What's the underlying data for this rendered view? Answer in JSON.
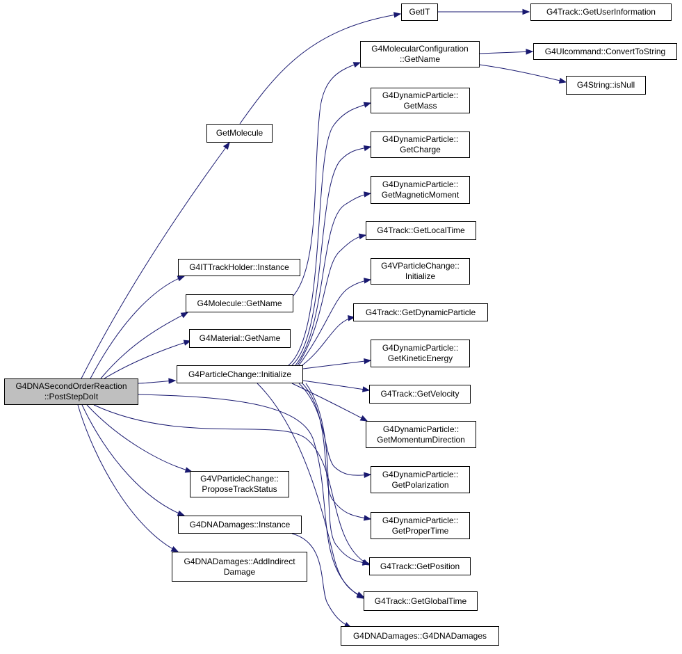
{
  "diagram": {
    "type": "call-graph",
    "colors": {
      "edge": "#191970",
      "node_border": "#000000",
      "root_fill": "#bfbfbf",
      "node_fill": "#ffffff"
    },
    "nodes": [
      {
        "id": "root",
        "lines": [
          "G4DNASecondOrderReaction",
          "::PostStepDoIt"
        ]
      },
      {
        "id": "getmolecule",
        "lines": [
          "GetMolecule"
        ]
      },
      {
        "id": "getit",
        "lines": [
          "GetIT"
        ]
      },
      {
        "id": "g4track_getuserinformation",
        "lines": [
          "G4Track::GetUserInformation"
        ]
      },
      {
        "id": "g4molecularconfiguration_getname",
        "lines": [
          "G4MolecularConfiguration",
          "::GetName"
        ]
      },
      {
        "id": "g4uicommand_converttostring",
        "lines": [
          "G4UIcommand::ConvertToString"
        ]
      },
      {
        "id": "g4string_isnull",
        "lines": [
          "G4String::isNull"
        ]
      },
      {
        "id": "g4dynamicparticle_getmass",
        "lines": [
          "G4DynamicParticle::",
          "GetMass"
        ]
      },
      {
        "id": "g4dynamicparticle_getcharge",
        "lines": [
          "G4DynamicParticle::",
          "GetCharge"
        ]
      },
      {
        "id": "g4dynamicparticle_getmagneticmoment",
        "lines": [
          "G4DynamicParticle::",
          "GetMagneticMoment"
        ]
      },
      {
        "id": "g4track_getlocaltime",
        "lines": [
          "G4Track::GetLocalTime"
        ]
      },
      {
        "id": "g4vparticlechange_initialize",
        "lines": [
          "G4VParticleChange::",
          "Initialize"
        ]
      },
      {
        "id": "g4track_getdynamicparticle",
        "lines": [
          "G4Track::GetDynamicParticle"
        ]
      },
      {
        "id": "g4dynamicparticle_getkineticenergy",
        "lines": [
          "G4DynamicParticle::",
          "GetKineticEnergy"
        ]
      },
      {
        "id": "g4track_getvelocity",
        "lines": [
          "G4Track::GetVelocity"
        ]
      },
      {
        "id": "g4dynamicparticle_getmomentumdirection",
        "lines": [
          "G4DynamicParticle::",
          "GetMomentumDirection"
        ]
      },
      {
        "id": "g4dynamicparticle_getpolarization",
        "lines": [
          "G4DynamicParticle::",
          "GetPolarization"
        ]
      },
      {
        "id": "g4dynamicparticle_getpropertime",
        "lines": [
          "G4DynamicParticle::",
          "GetProperTime"
        ]
      },
      {
        "id": "g4track_getposition",
        "lines": [
          "G4Track::GetPosition"
        ]
      },
      {
        "id": "g4track_getglobaltime",
        "lines": [
          "G4Track::GetGlobalTime"
        ]
      },
      {
        "id": "g4dnadamages_g4dnadamages",
        "lines": [
          "G4DNADamages::G4DNADamages"
        ]
      },
      {
        "id": "g4ittrackholder_instance",
        "lines": [
          "G4ITTrackHolder::Instance"
        ]
      },
      {
        "id": "g4molecule_getname",
        "lines": [
          "G4Molecule::GetName"
        ]
      },
      {
        "id": "g4material_getname",
        "lines": [
          "G4Material::GetName"
        ]
      },
      {
        "id": "g4particlechange_initialize",
        "lines": [
          "G4ParticleChange::Initialize"
        ]
      },
      {
        "id": "g4vparticlechange_proposetrackstatus",
        "lines": [
          "G4VParticleChange::",
          "ProposeTrackStatus"
        ]
      },
      {
        "id": "g4dnadamages_instance",
        "lines": [
          "G4DNADamages::Instance"
        ]
      },
      {
        "id": "g4dnadamages_addindirectdamage",
        "lines": [
          "G4DNADamages::AddIndirect",
          "Damage"
        ]
      }
    ],
    "edges": [
      [
        "root",
        "getmolecule"
      ],
      [
        "root",
        "g4ittrackholder_instance"
      ],
      [
        "root",
        "g4molecule_getname"
      ],
      [
        "root",
        "g4material_getname"
      ],
      [
        "root",
        "g4particlechange_initialize"
      ],
      [
        "root",
        "g4vparticlechange_proposetrackstatus"
      ],
      [
        "root",
        "g4dnadamages_instance"
      ],
      [
        "root",
        "g4dnadamages_addindirectdamage"
      ],
      [
        "root",
        "g4track_getposition"
      ],
      [
        "root",
        "g4track_getglobaltime"
      ],
      [
        "getmolecule",
        "getit"
      ],
      [
        "getit",
        "g4track_getuserinformation"
      ],
      [
        "g4molecule_getname",
        "g4molecularconfiguration_getname"
      ],
      [
        "g4molecularconfiguration_getname",
        "g4uicommand_converttostring"
      ],
      [
        "g4molecularconfiguration_getname",
        "g4string_isnull"
      ],
      [
        "g4particlechange_initialize",
        "g4dynamicparticle_getmass"
      ],
      [
        "g4particlechange_initialize",
        "g4dynamicparticle_getcharge"
      ],
      [
        "g4particlechange_initialize",
        "g4dynamicparticle_getmagneticmoment"
      ],
      [
        "g4particlechange_initialize",
        "g4track_getlocaltime"
      ],
      [
        "g4particlechange_initialize",
        "g4vparticlechange_initialize"
      ],
      [
        "g4particlechange_initialize",
        "g4track_getdynamicparticle"
      ],
      [
        "g4particlechange_initialize",
        "g4dynamicparticle_getkineticenergy"
      ],
      [
        "g4particlechange_initialize",
        "g4track_getvelocity"
      ],
      [
        "g4particlechange_initialize",
        "g4dynamicparticle_getmomentumdirection"
      ],
      [
        "g4particlechange_initialize",
        "g4dynamicparticle_getpolarization"
      ],
      [
        "g4particlechange_initialize",
        "g4dynamicparticle_getpropertime"
      ],
      [
        "g4particlechange_initialize",
        "g4track_getposition"
      ],
      [
        "g4particlechange_initialize",
        "g4track_getglobaltime"
      ],
      [
        "g4dnadamages_instance",
        "g4dnadamages_g4dnadamages"
      ]
    ]
  }
}
